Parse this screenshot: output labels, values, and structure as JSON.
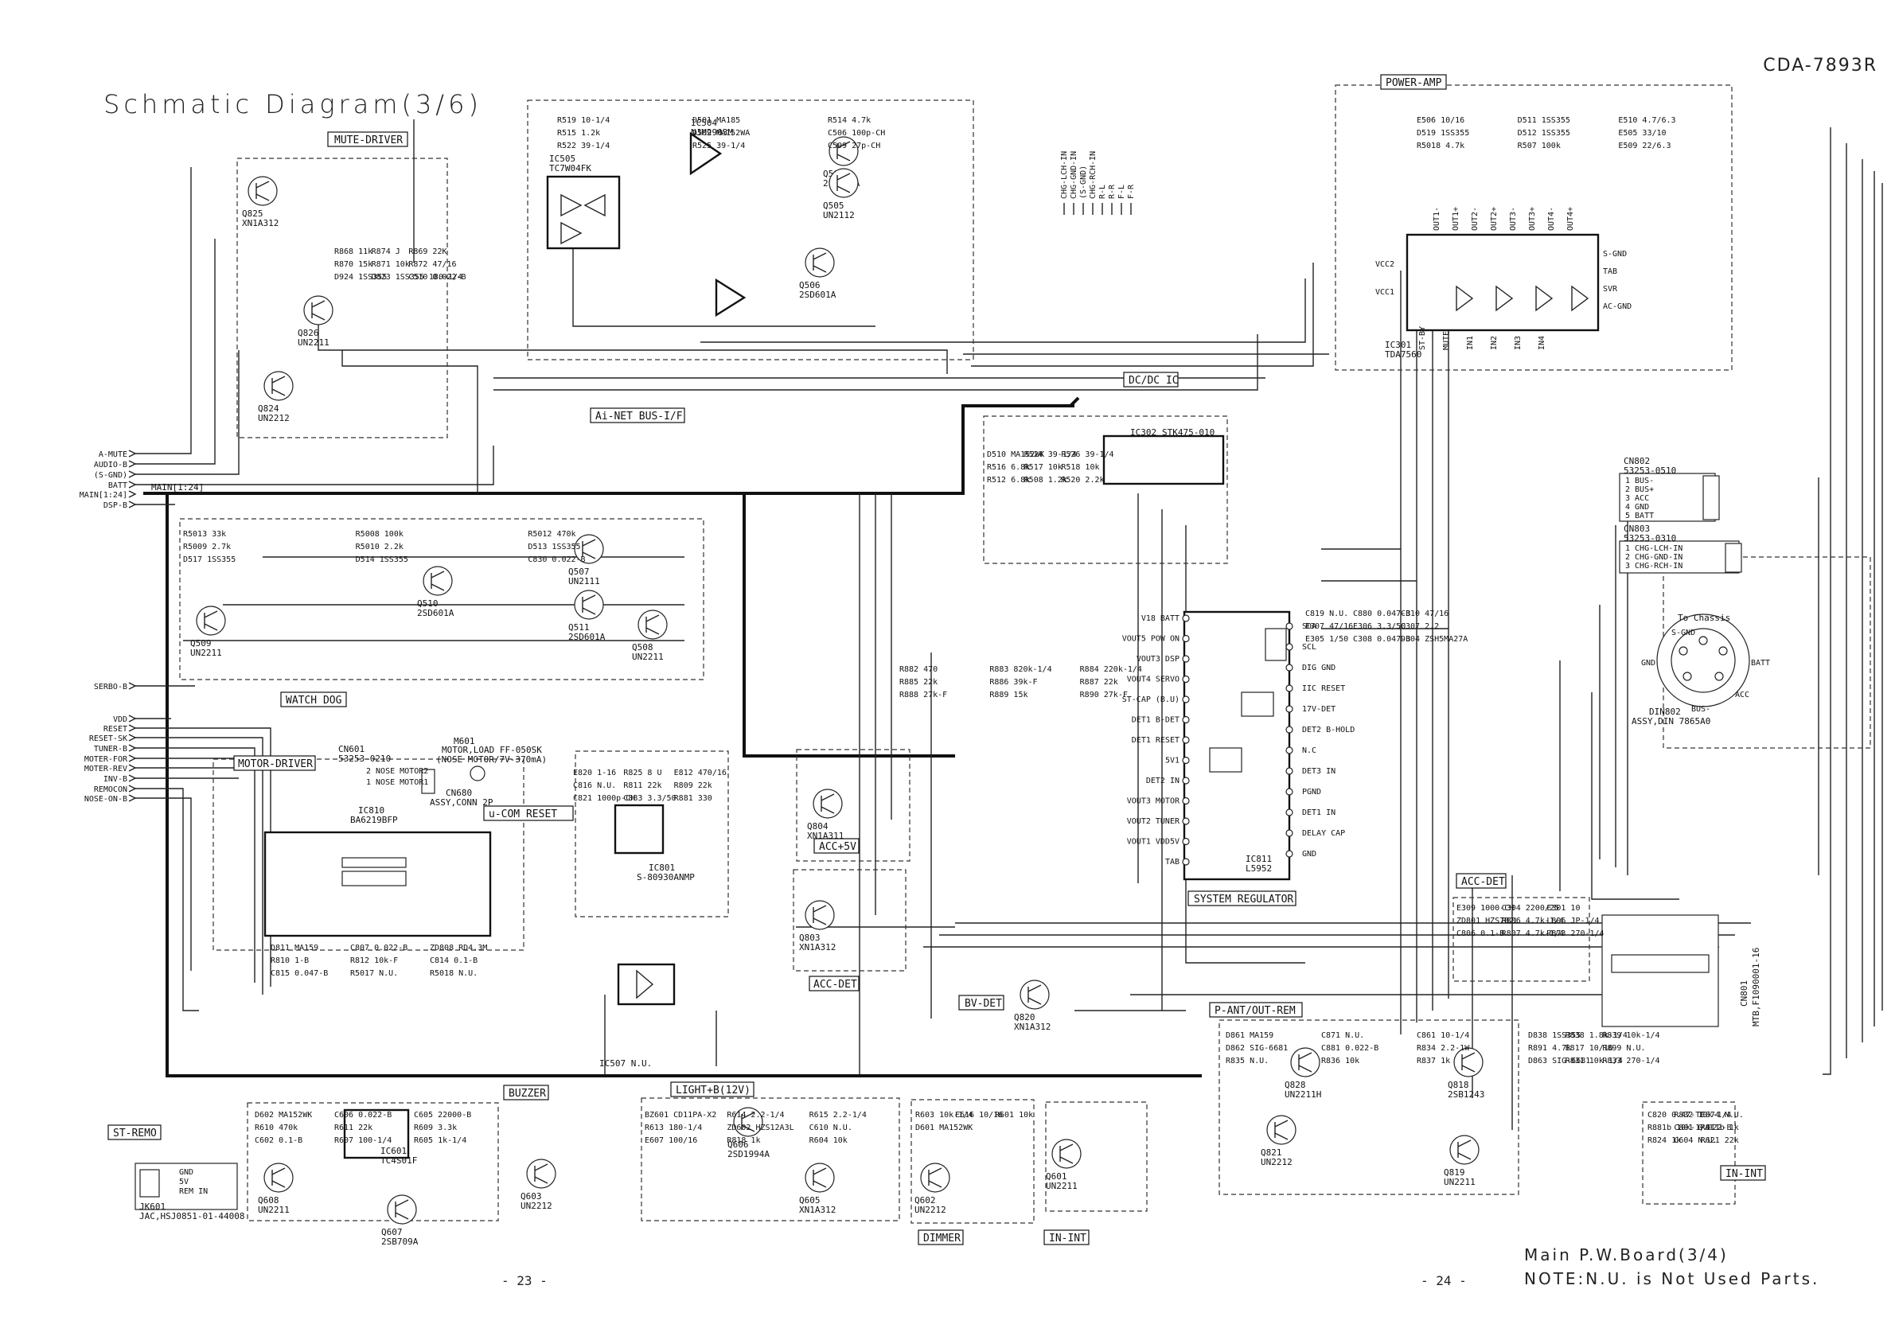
{
  "header": {
    "title": "Schmatic Diagram(3/6)",
    "model": "CDA-7893R"
  },
  "footer": {
    "board": "Main P.W.Board(3/4)",
    "note": "NOTE:N.U. is Not Used Parts.",
    "page_left": "- 23 -",
    "page_right": "- 24 -"
  },
  "sections": {
    "mute_driver": "MUTE-DRIVER",
    "ai_net": "Ai-NET BUS-I/F",
    "power_amp": "POWER-AMP",
    "dcdc": "DC/DC IC",
    "watch_dog": "WATCH DOG",
    "motor_driver": "MOTOR-DRIVER",
    "ucom_reset": "u-COM RESET",
    "acc5v": "ACC+5V",
    "acc_det_left": "ACC-DET",
    "system_regulator": "SYSTEM REGULATOR",
    "acc_det_right": "ACC-DET",
    "bv_det": "BV-DET",
    "p_ant": "P-ANT/OUT-REM",
    "st_remo": "ST-REMO",
    "buzzer": "BUZZER",
    "light": "LIGHT+B(12V)",
    "dimmer": "DIMMER",
    "in_int_mid": "IN-INT",
    "in_int_right": "IN-INT"
  },
  "ics": {
    "ic505": "IC505",
    "ic505_part": "TC7W04FK",
    "ic504": "IC504",
    "ic504_part": "NJM2903M",
    "ic301": "IC301",
    "ic301_part": "TDA7560",
    "ic302": "IC302",
    "ic302_part": "STK475-010",
    "ic810": "IC810",
    "ic810_part": "BA6219BFP",
    "ic801": "IC801",
    "ic801_part": "S-80930ANMP",
    "ic811": "IC811",
    "ic811_part": "L5952",
    "ic601": "IC601",
    "ic601_part": "TC4S01F",
    "ic507": "IC507 N.U."
  },
  "transistors": [
    {
      "ref": "Q825",
      "part": "XN1A312"
    },
    {
      "ref": "Q826",
      "part": "UN2211"
    },
    {
      "ref": "Q824",
      "part": "UN2212"
    },
    {
      "ref": "Q503",
      "part": "2SB709A"
    },
    {
      "ref": "Q505",
      "part": "UN2112"
    },
    {
      "ref": "Q506",
      "part": "2SD601A"
    },
    {
      "ref": "Q510",
      "part": "2SD601A"
    },
    {
      "ref": "Q511",
      "part": "2SD601A"
    },
    {
      "ref": "Q507",
      "part": "UN2111"
    },
    {
      "ref": "Q509",
      "part": "UN2211"
    },
    {
      "ref": "Q508",
      "part": "UN2211"
    },
    {
      "ref": "Q804",
      "part": "XN1A311"
    },
    {
      "ref": "Q803",
      "part": "XN1A312"
    },
    {
      "ref": "Q820",
      "part": "XN1A312"
    },
    {
      "ref": "Q606",
      "part": "2SD1994A"
    },
    {
      "ref": "Q605",
      "part": "XN1A312"
    },
    {
      "ref": "Q603",
      "part": "UN2212"
    },
    {
      "ref": "Q602",
      "part": "UN2212"
    },
    {
      "ref": "Q601",
      "part": "UN2211"
    },
    {
      "ref": "Q607",
      "part": "2SB709A"
    },
    {
      "ref": "Q608",
      "part": "UN2211"
    },
    {
      "ref": "Q818",
      "part": "2SB1243"
    },
    {
      "ref": "Q828",
      "part": "UN2211H"
    },
    {
      "ref": "Q821",
      "part": "UN2212"
    },
    {
      "ref": "Q819",
      "part": "UN2211"
    }
  ],
  "connectors": {
    "left_signals": [
      "A-MUTE",
      "AUDIO-B",
      "(S-GND)",
      "BATT",
      "MAIN[1:24]",
      "DSP-B",
      "SERBO-B",
      "VDD",
      "RESET",
      "RESET-SK",
      "TUNER-B",
      "MOTER-FOR",
      "MOTER-REV",
      "INV-B",
      "REMOCON",
      "NOSE-ON-B"
    ],
    "main_bus": "MAIN[1:24]",
    "cn802": "CN802",
    "cn802_part": "53253-0510",
    "cn802_pins": [
      "BUS-",
      "BUS+",
      "ACC",
      "GND",
      "BATT"
    ],
    "cn803": "CN803",
    "cn803_part": "53253-0310",
    "cn803_pins": [
      "CHG-LCH-IN",
      "CHG-GND-IN",
      "CHG-RCH-IN"
    ],
    "din802": "DIN802",
    "din802_part": "ASSY,DIN 7865A0",
    "din_pins": [
      "S-GND",
      "GND",
      "BATT",
      "BUS-",
      "ACC"
    ],
    "to_chassis": "To Chassis",
    "cn601": "CN601",
    "cn601_part": "53253-0210",
    "cn601_pins": [
      "2 NOSE MOTOR2",
      "1 NOSE MOTOR1"
    ],
    "m601": "M601",
    "m601_desc": "MOTOR,LOAD FF-050SK",
    "m601_note": "(NOSE MOTOR/7V-370mA)",
    "cn680": "CN680",
    "cn680_part": "ASSY,CONN 2P",
    "jk601": "JK601",
    "jk601_part": "JAC,HSJ0851-01-44008",
    "jk601_pins": [
      "GND",
      "5V",
      "REM IN"
    ],
    "cn801": "CN801",
    "cn801_part": "MTB,F1090001-16",
    "top_chg": [
      "CHG-LCH-IN",
      "CHG-GND-IN",
      "(S-GND)",
      "CHG-RCH-IN",
      "R-L",
      "R-R",
      "F-L",
      "F-R"
    ]
  },
  "regulator_pins": [
    "V18 BATT",
    "VOUT5 POW ON",
    "VOUT3 DSP",
    "VOUT4 SERVO",
    "ST-CAP (B.U)",
    "DET1 B-DET",
    "DET1 RESET",
    "5V1",
    "DET2 IN",
    "VOUT3 MOTOR",
    "VOUT2 TUNER",
    "VOUT1 VDD5V",
    "TAB",
    "SDA",
    "SCL",
    "DIG GND",
    "IIC RESET",
    "17V-DET",
    "DET2 B-HOLD",
    "N.C",
    "DET3 IN",
    "PGND",
    "DET1 IN",
    "DELAY CAP",
    "GND"
  ],
  "amp_pins": [
    "VCC2",
    "VCC1",
    "S-GND",
    "TAB",
    "SVR",
    "AC-GND",
    "ST-BY",
    "MUTE",
    "IN1",
    "IN2",
    "IN3",
    "IN4",
    "OUT1-",
    "OUT1+",
    "OUT2-",
    "OUT2+",
    "OUT3-",
    "OUT3+",
    "OUT4-",
    "OUT4+"
  ],
  "parts": [
    "R868 11k",
    "R874 J",
    "R869 22K",
    "R870 15k",
    "R871 10k",
    "R872 47/16",
    "D924 1SS355",
    "D823 1SS355 180-1/4",
    "C510 0.022-B",
    "R519 10-1/4",
    "D501 MA185",
    "R514 4.7k",
    "R515 1.2k",
    "D509 MA152WA",
    "C506 100p-CH",
    "R522 39-1/4",
    "R525 39-1/4",
    "C509 27p-CH",
    "D510 MA152WK",
    "R524 39-1/4",
    "R526 39-1/4",
    "R516 6.8k",
    "R517 10k",
    "R518 10k",
    "R512 6.8k",
    "R508 1.2k",
    "R520 2.2k",
    "E506 10/16",
    "D511 1SS355",
    "E510 4.7/6.3",
    "D519 1SS355",
    "D512 1SS355",
    "E505 33/10",
    "R5018 4.7k",
    "R507 100k",
    "E509 22/6.3",
    "R5013 33k",
    "R5008 100k",
    "R5012 470k",
    "R5009 2.7k",
    "R5010 2.2k",
    "D513 1SS355",
    "D517 1SS355",
    "D514 1SS355",
    "C830 0.022-B",
    "D811 MA159",
    "C807 0.022-B",
    "ZD808 RD4.3M",
    "R810 1-B",
    "R812 10k-F",
    "C814 0.1-B",
    "C815 0.047-B",
    "R5017 N.U.",
    "R5018 N.U.",
    "E820 1-16",
    "R825 8 U",
    "E812 470/16",
    "C816 N.U.",
    "R811 22k",
    "R809 22k",
    "C821 1000p-CH",
    "C883 3.3/50",
    "R881 330",
    "R882 470",
    "R883 820k-1/4",
    "R884 220k-1/4",
    "R885 22k",
    "R886 39k-F",
    "R887 22k",
    "R888 27k-F",
    "R889 15k",
    "R890 27k-F",
    "C819 N.U.",
    "C880 0.047-B",
    "C310 47/16",
    "E307 47/16",
    "E306 3.3/50",
    "C307 2.2",
    "E305 1/50",
    "C308 0.047-B",
    "D304 ZSH5MA27A",
    "E309 1000-CH",
    "C304 2200/25",
    "E301 10",
    "ZD801 HZS7B2L",
    "R806 4.7k-1/4",
    "L806 JP-1/4",
    "C806 0.1-B",
    "R807 4.7k-1/4",
    "R873 270-1/4",
    "D861 MA159",
    "C871 N.U.",
    "C861 10-1/4",
    "D862 SIG-6681",
    "C881 0.022-B",
    "R834 2.2-1W",
    "R835 N.U.",
    "R836 10k",
    "R837 1k",
    "D838 1SS355",
    "R838 1.8k-1/4",
    "R839 10k-1/4",
    "R891 4.7k",
    "E817 10/16",
    "R899 N.U.",
    "D863 SIG-6681",
    "R831 10k-1/4",
    "R833 270-1/4",
    "C820 0.47-TF",
    "R832 10k-1/4",
    "C874 N.U.",
    "R881b 10k-1/4",
    "C801 0.022-B",
    "R811b 1k",
    "R824 1k",
    "C604 N.U.",
    "R621 22k",
    "D602 MA152WK",
    "C606 0.022-B",
    "C605 22000-B",
    "R610 470k",
    "R611 22k",
    "R609 3.3k",
    "C602 0.1-B",
    "R607 100-1/4",
    "R605 1k-1/4",
    "BZ601 CD11PA-X2",
    "R614 2.2-1/4",
    "R615 2.2-1/4",
    "R613 180-1/4",
    "ZD602 HZS12A3L",
    "C610 N.U.",
    "E607 100/16",
    "R818 1k",
    "R604 10k",
    "R603 10k-1/4",
    "E616 10/16",
    "R601 10k",
    "D601 MA152WK"
  ],
  "colors": {
    "ink": "#111111",
    "paper": "#ffffff"
  }
}
